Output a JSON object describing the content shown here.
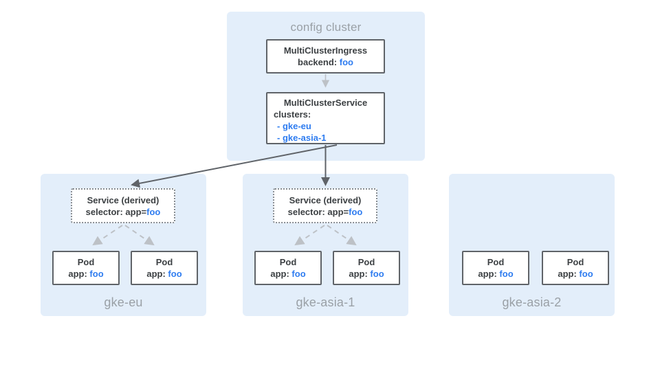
{
  "colors": {
    "cluster_bg": "#E3EEFA",
    "box_border": "#5F6368",
    "dotted_border": "#848A90",
    "text_dark": "#3C4043",
    "text_blue": "#2E7CF0",
    "text_gray": "#9AA0A6",
    "arrow_dark": "#5F6368",
    "arrow_light": "#BDC1C6"
  },
  "config_cluster": {
    "title": "config cluster",
    "ingress_box": {
      "title": "MultiClusterIngress",
      "field_label": "backend:",
      "field_value": "foo"
    },
    "service_box": {
      "title": "MultiClusterService",
      "field_label": "clusters:",
      "items": [
        "- gke-eu",
        "- gke-asia-1"
      ]
    }
  },
  "derived_service": {
    "title": "Service (derived)",
    "selector_label": "selector: app=",
    "selector_value": "foo"
  },
  "pod": {
    "title": "Pod",
    "label": "app:",
    "value": "foo"
  },
  "clusters": [
    {
      "name": "gke-eu"
    },
    {
      "name": "gke-asia-1"
    },
    {
      "name": "gke-asia-2"
    }
  ]
}
